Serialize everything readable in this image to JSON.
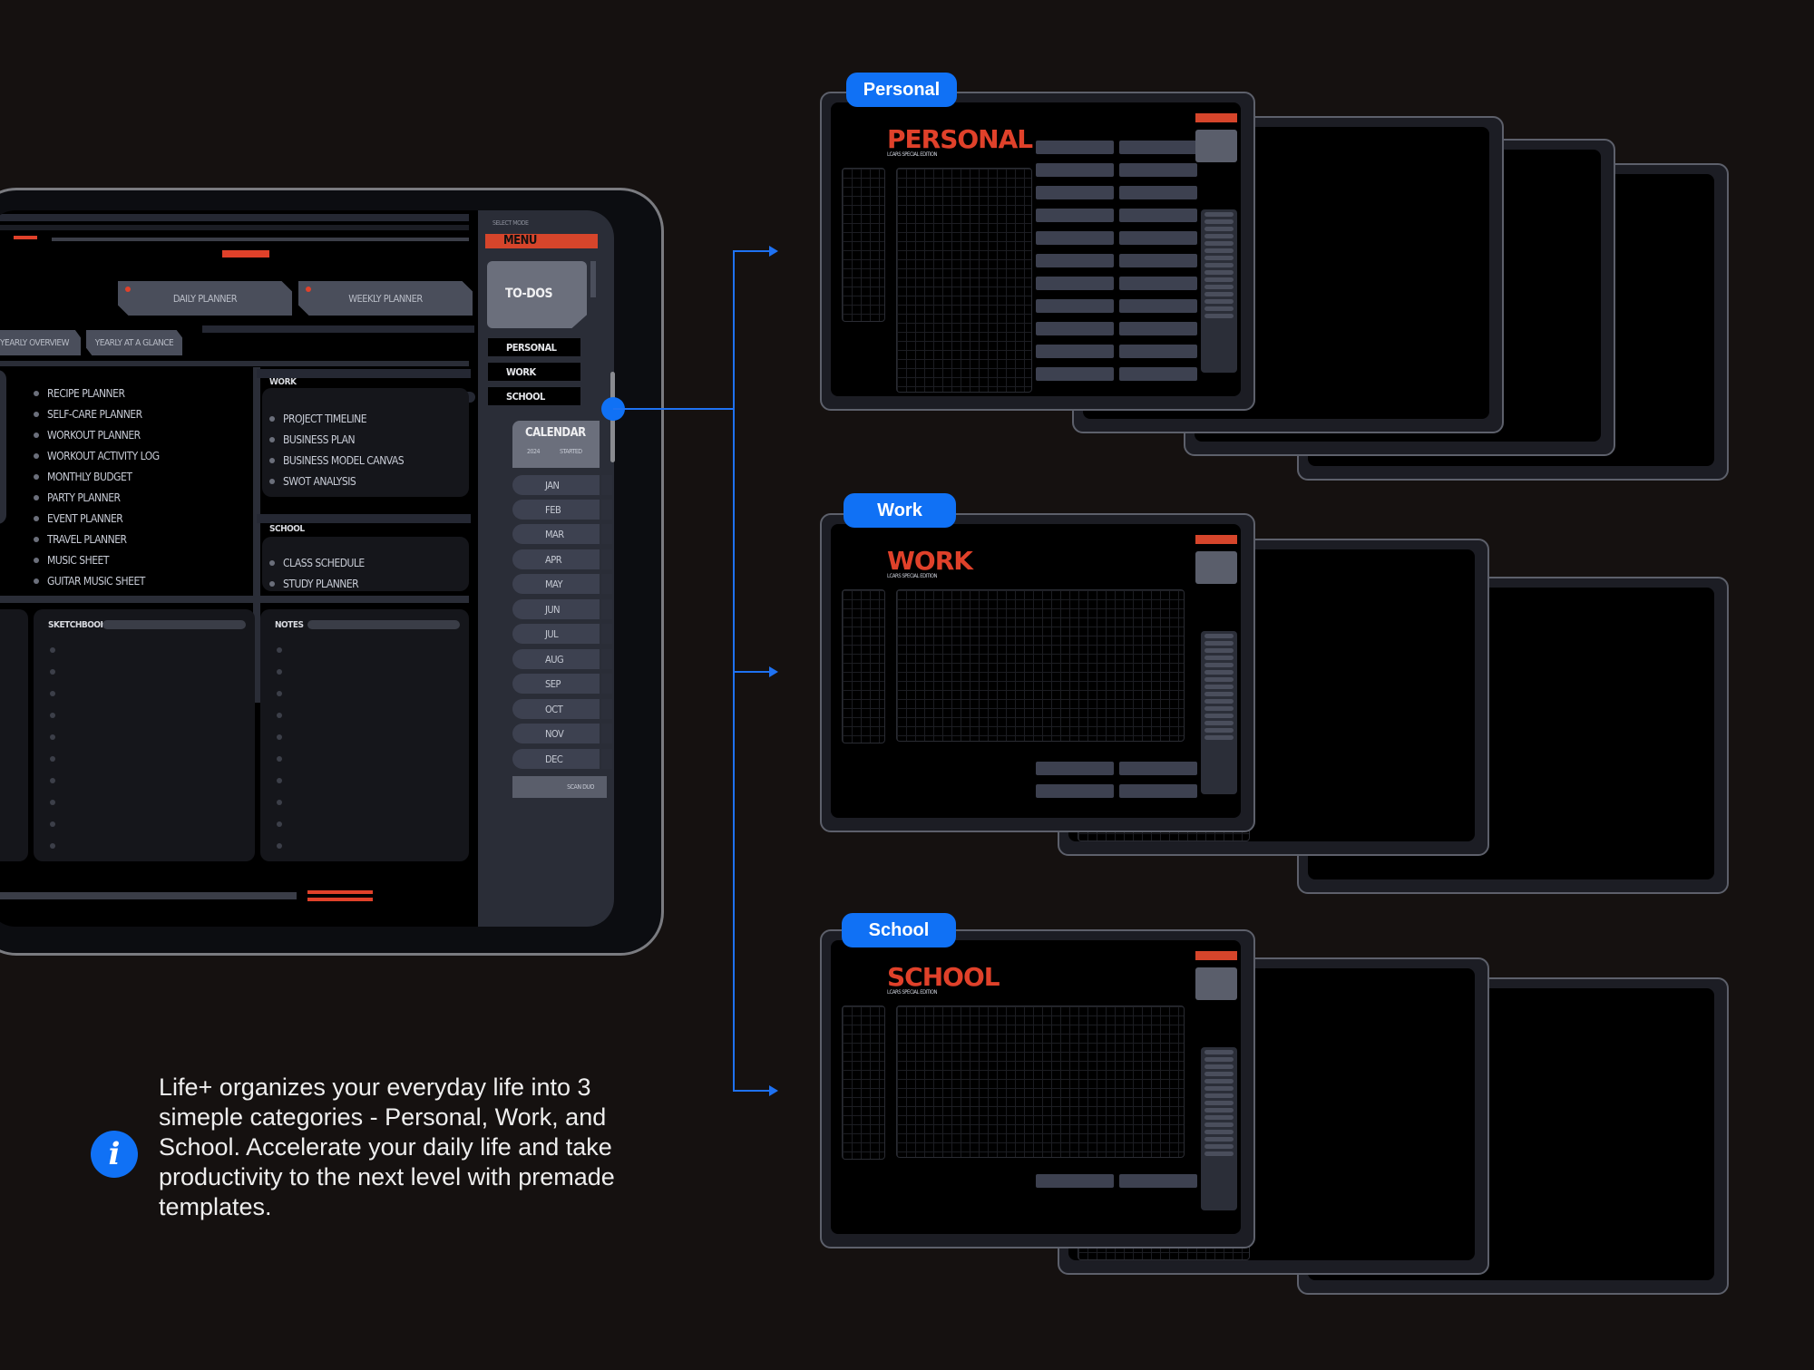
{
  "tablet": {
    "select_mode": "SELECT MODE",
    "menu_title": "MENU",
    "todos_label": "TO-DOS",
    "buttons": {
      "daily": "DAILY PLANNER",
      "weekly": "WEEKLY PLANNER",
      "yearly_overview": "YEARLY OVERVIEW",
      "yearly_glance": "YEARLY AT A GLANCE"
    },
    "menu_items": [
      "PERSONAL",
      "WORK",
      "SCHOOL"
    ],
    "personal_list": [
      "RECIPE PLANNER",
      "SELF-CARE PLANNER",
      "WORKOUT PLANNER",
      "WORKOUT ACTIVITY LOG",
      "MONTHLY BUDGET",
      "PARTY PLANNER",
      "EVENT PLANNER",
      "TRAVEL PLANNER",
      "MUSIC SHEET",
      "GUITAR MUSIC SHEET"
    ],
    "work_title": "WORK",
    "work_list": [
      "PROJECT TIMELINE",
      "BUSINESS PLAN",
      "BUSINESS MODEL CANVAS",
      "SWOT ANALYSIS"
    ],
    "school_title": "SCHOOL",
    "school_list": [
      "CLASS SCHEDULE",
      "STUDY PLANNER"
    ],
    "sketchbook_title": "SKETCHBOOK",
    "notes_title": "NOTES",
    "calendar_title": "CALENDAR",
    "calendar_year": "2024",
    "calendar_sub": "STARTED",
    "months": [
      "JAN",
      "FEB",
      "MAR",
      "APR",
      "MAY",
      "JUN",
      "JUL",
      "AUG",
      "SEP",
      "OCT",
      "NOV",
      "DEC"
    ],
    "scan_label": "SCAN DUO"
  },
  "previews": {
    "personal": {
      "pill": "Personal",
      "heading": "PERSONAL",
      "subtitle": "LCARS SPECIAL EDITION"
    },
    "work": {
      "pill": "Work",
      "heading": "WORK",
      "subtitle": "LCARS SPECIAL EDITION"
    },
    "school": {
      "pill": "School",
      "heading": "SCHOOL",
      "subtitle": "LCARS SPECIAL EDITION"
    }
  },
  "info": {
    "icon": "info-icon",
    "text": "Life+ organizes your everyday life into 3 simeple categories - Personal, Work, and School. Accelerate your daily life and take productivity to the next level with premade templates."
  },
  "colors": {
    "accent": "#e0412a",
    "link": "#1071f5",
    "background": "#151110"
  }
}
